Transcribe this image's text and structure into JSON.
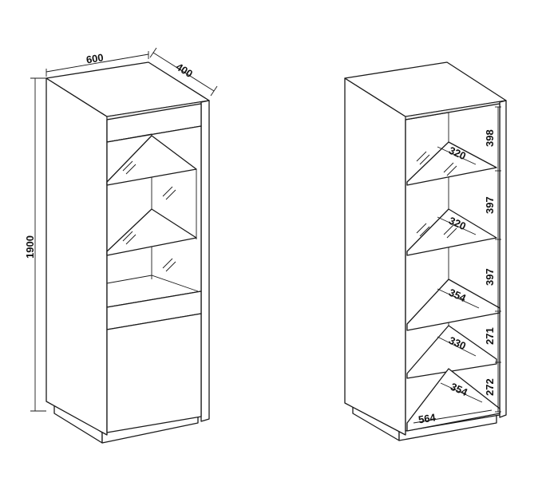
{
  "left_view": {
    "width_label": "600",
    "depth_label": "400",
    "height_label": "1900"
  },
  "right_view": {
    "gap_labels": [
      "398",
      "397",
      "397",
      "271",
      "272"
    ],
    "shelf_depth_labels": [
      "320",
      "320",
      "354",
      "330",
      "354"
    ],
    "inner_width_label": "564"
  }
}
